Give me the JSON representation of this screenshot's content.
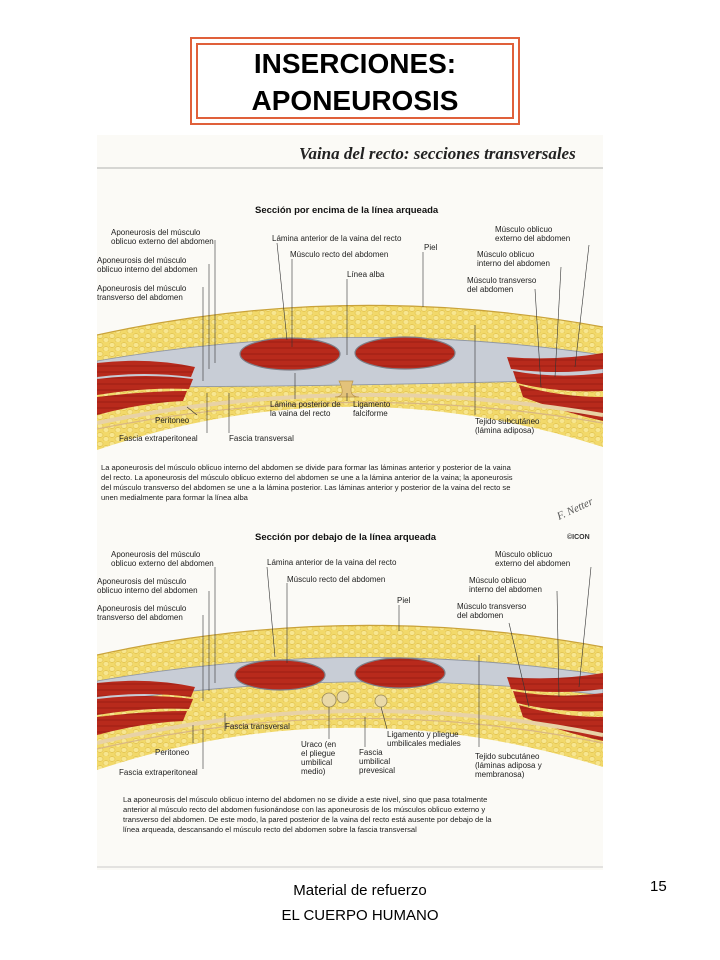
{
  "slide": {
    "title": "INSERCIONES:\nAPONEUROSIS",
    "footer": "Material de refuerzo\nEL CUERPO HUMANO",
    "page_number": "15"
  },
  "plate": {
    "title": "Vaina del recto: secciones transversales",
    "signature": "F. Netter",
    "copyright": "©ICON",
    "upper": {
      "heading": "Sección por encima de la línea arqueada",
      "labels": {
        "apo_ext": [
          "Aponeurosis del músculo",
          "oblicuo externo del abdomen"
        ],
        "apo_int": [
          "Aponeurosis del músculo",
          "oblicuo interno del abdomen"
        ],
        "apo_trans": [
          "Aponeurosis del músculo",
          "transverso del abdomen"
        ],
        "lamina_ant": "Lámina anterior de la vaina del recto",
        "recto": "Músculo recto del abdomen",
        "piel": "Piel",
        "linea_alba": "Línea alba",
        "obl_ext": [
          "Músculo oblicuo",
          "externo del abdomen"
        ],
        "obl_int": [
          "Músculo oblicuo",
          "interno del abdomen"
        ],
        "transverso": [
          "Músculo transverso",
          "del abdomen"
        ],
        "peritoneo": "Peritoneo",
        "fascia_extra": "Fascia extraperitoneal",
        "fascia_trans": "Fascia transversal",
        "lamina_post": [
          "Lámina posterior de",
          "la vaina del recto"
        ],
        "ligamento": [
          "Ligamento",
          "falciforme"
        ],
        "tejido": [
          "Tejido subcutáneo",
          "(lámina adiposa)"
        ]
      },
      "caption": [
        "La aponeurosis del músculo oblicuo interno del abdomen se divide para formar las láminas anterior y posterior de la vaina",
        "del recto. La aponeurosis del músculo oblicuo externo del abdomen se une a la lámina anterior de la vaina; la aponeurosis",
        "del músculo transverso del abdomen se une a la lámina posterior. Las láminas anterior y posterior de la vaina del recto se",
        "unen medialmente para formar la línea alba"
      ]
    },
    "lower": {
      "heading": "Sección por debajo de la línea arqueada",
      "labels": {
        "apo_ext": [
          "Aponeurosis del músculo",
          "oblicuo externo del abdomen"
        ],
        "apo_int": [
          "Aponeurosis del músculo",
          "oblicuo interno del abdomen"
        ],
        "apo_trans": [
          "Aponeurosis del músculo",
          "transverso del abdomen"
        ],
        "lamina_ant": "Lámina anterior de la vaina del recto",
        "recto": "Músculo recto del abdomen",
        "piel": "Piel",
        "obl_ext": [
          "Músculo oblicuo",
          "externo del abdomen"
        ],
        "obl_int": [
          "Músculo oblicuo",
          "interno del abdomen"
        ],
        "transverso": [
          "Músculo transverso",
          "del abdomen"
        ],
        "fascia_trans": "Fascia transversal",
        "peritoneo": "Peritoneo",
        "fascia_extra": "Fascia extraperitoneal",
        "uraco": [
          "Uraco (en",
          "el pliegue",
          "umbilical",
          "medio)"
        ],
        "fascia_umb": [
          "Fascia",
          "umbilical",
          "prevesical"
        ],
        "ligamento": [
          "Ligamento y pliegue",
          "umbilicales mediales"
        ],
        "tejido": [
          "Tejido subcutáneo",
          "(láminas adiposa y",
          "membranosa)"
        ]
      },
      "caption": [
        "La aponeurosis del músculo oblicuo interno del abdomen no se divide a este nivel, sino que pasa totalmente",
        "anterior al músculo recto del abdomen fusionándose con las aponeurosis de los músculos oblicuo externo y",
        "transverso del abdomen. De este modo, la pared posterior de la vaina del recto está ausente por debajo de la",
        "línea arqueada, descansando el músculo recto del abdomen sobre la fascia transversal"
      ]
    }
  }
}
